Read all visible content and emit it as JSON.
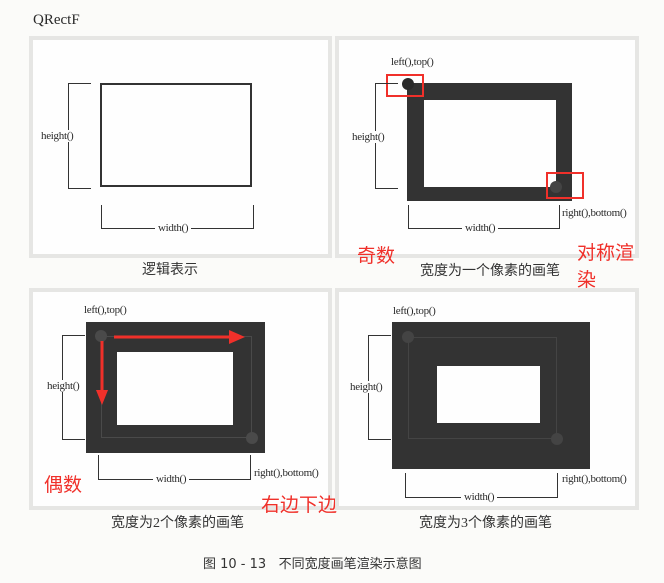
{
  "title": "QRectF",
  "panels": [
    {
      "caption": "逻辑表示",
      "height_label": "height()",
      "width_label": "width()"
    },
    {
      "caption": "宽度为一个像素的画笔",
      "top_left_label": "left(),top()",
      "height_label": "height()",
      "width_label": "width()",
      "bottom_right_label": "right(),bottom()"
    },
    {
      "caption": "宽度为2个像素的画笔",
      "top_left_label": "left(),top()",
      "height_label": "height()",
      "width_label": "width()",
      "bottom_right_label": "right(),bottom()"
    },
    {
      "caption": "宽度为3个像素的画笔",
      "top_left_label": "left(),top()",
      "height_label": "height()",
      "width_label": "width()",
      "bottom_right_label": "right(),bottom()"
    }
  ],
  "annotations": {
    "odd": "奇数",
    "symmetric_line1": "对称渲",
    "symmetric_line2": "染",
    "even": "偶数",
    "right_bottom": "右边下边",
    "color": "#f0302a"
  },
  "figure_caption": "图 10 - 13   不同宽度画笔渲染示意图"
}
